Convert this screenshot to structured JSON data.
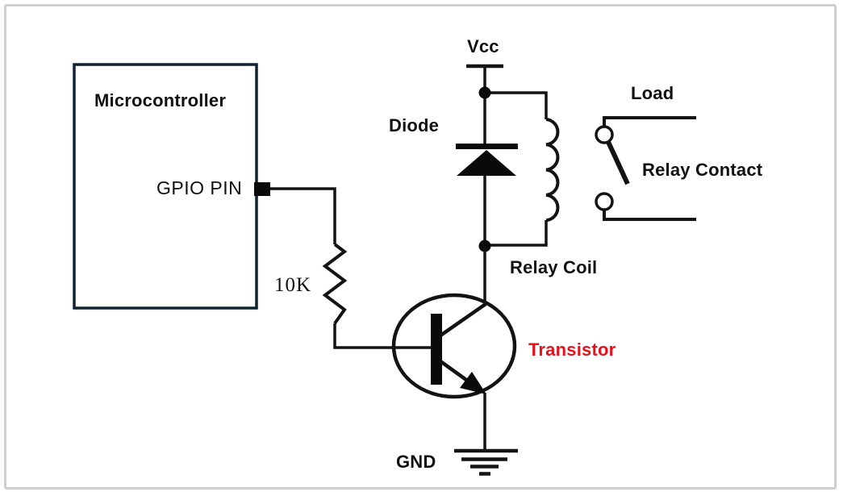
{
  "figure": {
    "type": "circuit-diagram",
    "description": "Microcontroller GPIO pin driving a relay coil through a 10K resistor and NPN transistor, with flyback diode across the coil",
    "labels": {
      "microcontroller": "Microcontroller",
      "gpio_pin": "GPIO PIN",
      "resistor_value": "10K",
      "vcc": "Vcc",
      "diode": "Diode",
      "load": "Load",
      "relay_contact": "Relay Contact",
      "relay_coil": "Relay Coil",
      "transistor": "Transistor",
      "gnd": "GND"
    },
    "colors": {
      "wire": "#131313",
      "mcu_box_border": "#0f2430",
      "transistor_label": "#e8101a",
      "label_text": "#111111",
      "frame_border": "#cfcfd2",
      "background": "#ffffff"
    }
  }
}
